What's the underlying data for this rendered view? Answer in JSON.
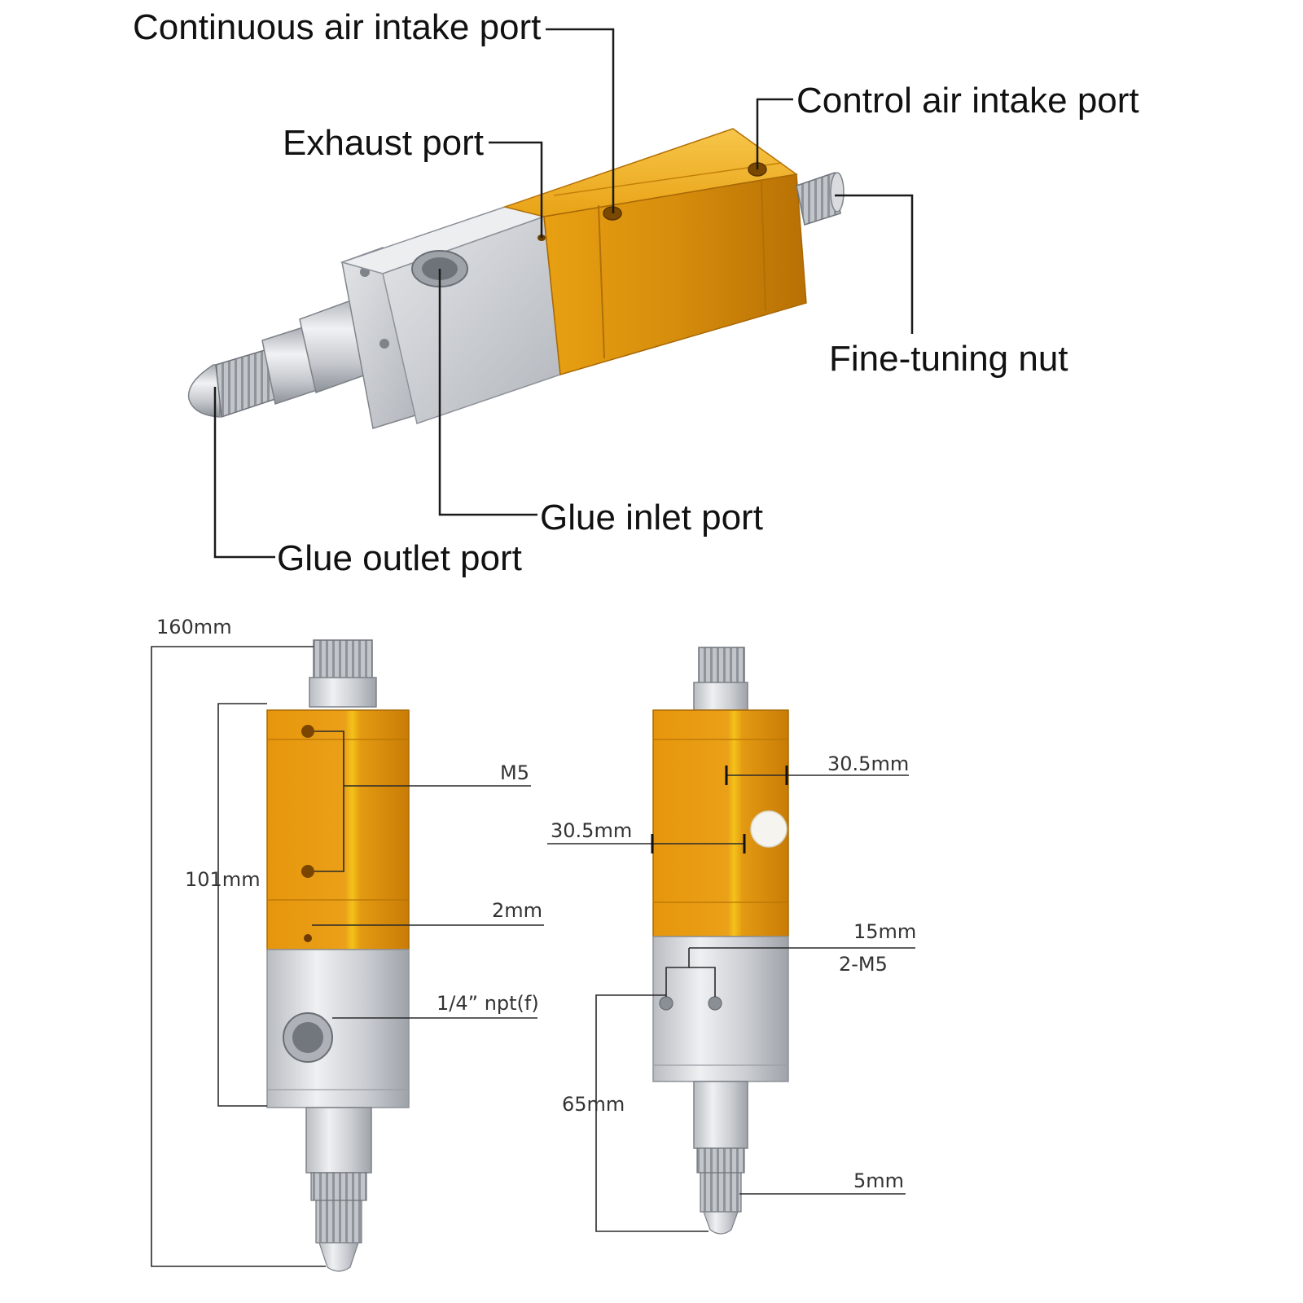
{
  "colors": {
    "gold": "#e8a012",
    "gold_dark": "#c07a08",
    "gold_light": "#f5be3c",
    "steel": "#c9ccd1",
    "steel_dark": "#8d9299",
    "steel_light": "#eef0f2"
  },
  "labels": {
    "continuous_air": "Continuous air intake port",
    "control_air": "Control air intake port",
    "exhaust": "Exhaust port",
    "fine_tuning": "Fine-tuning nut",
    "glue_inlet": "Glue inlet port",
    "glue_outlet": "Glue outlet port"
  },
  "dims_left": {
    "total_length": "160mm",
    "body_length": "101mm",
    "thread_air": "M5",
    "exhaust_hole": "2mm",
    "inlet_thread": "1/4”  npt(f)"
  },
  "dims_right": {
    "width_top": "30.5mm",
    "width_front": "30.5mm",
    "mount_spacing": "15mm",
    "mount_thread": "2-M5",
    "mount_to_tip": "65mm",
    "nozzle": "5mm"
  }
}
